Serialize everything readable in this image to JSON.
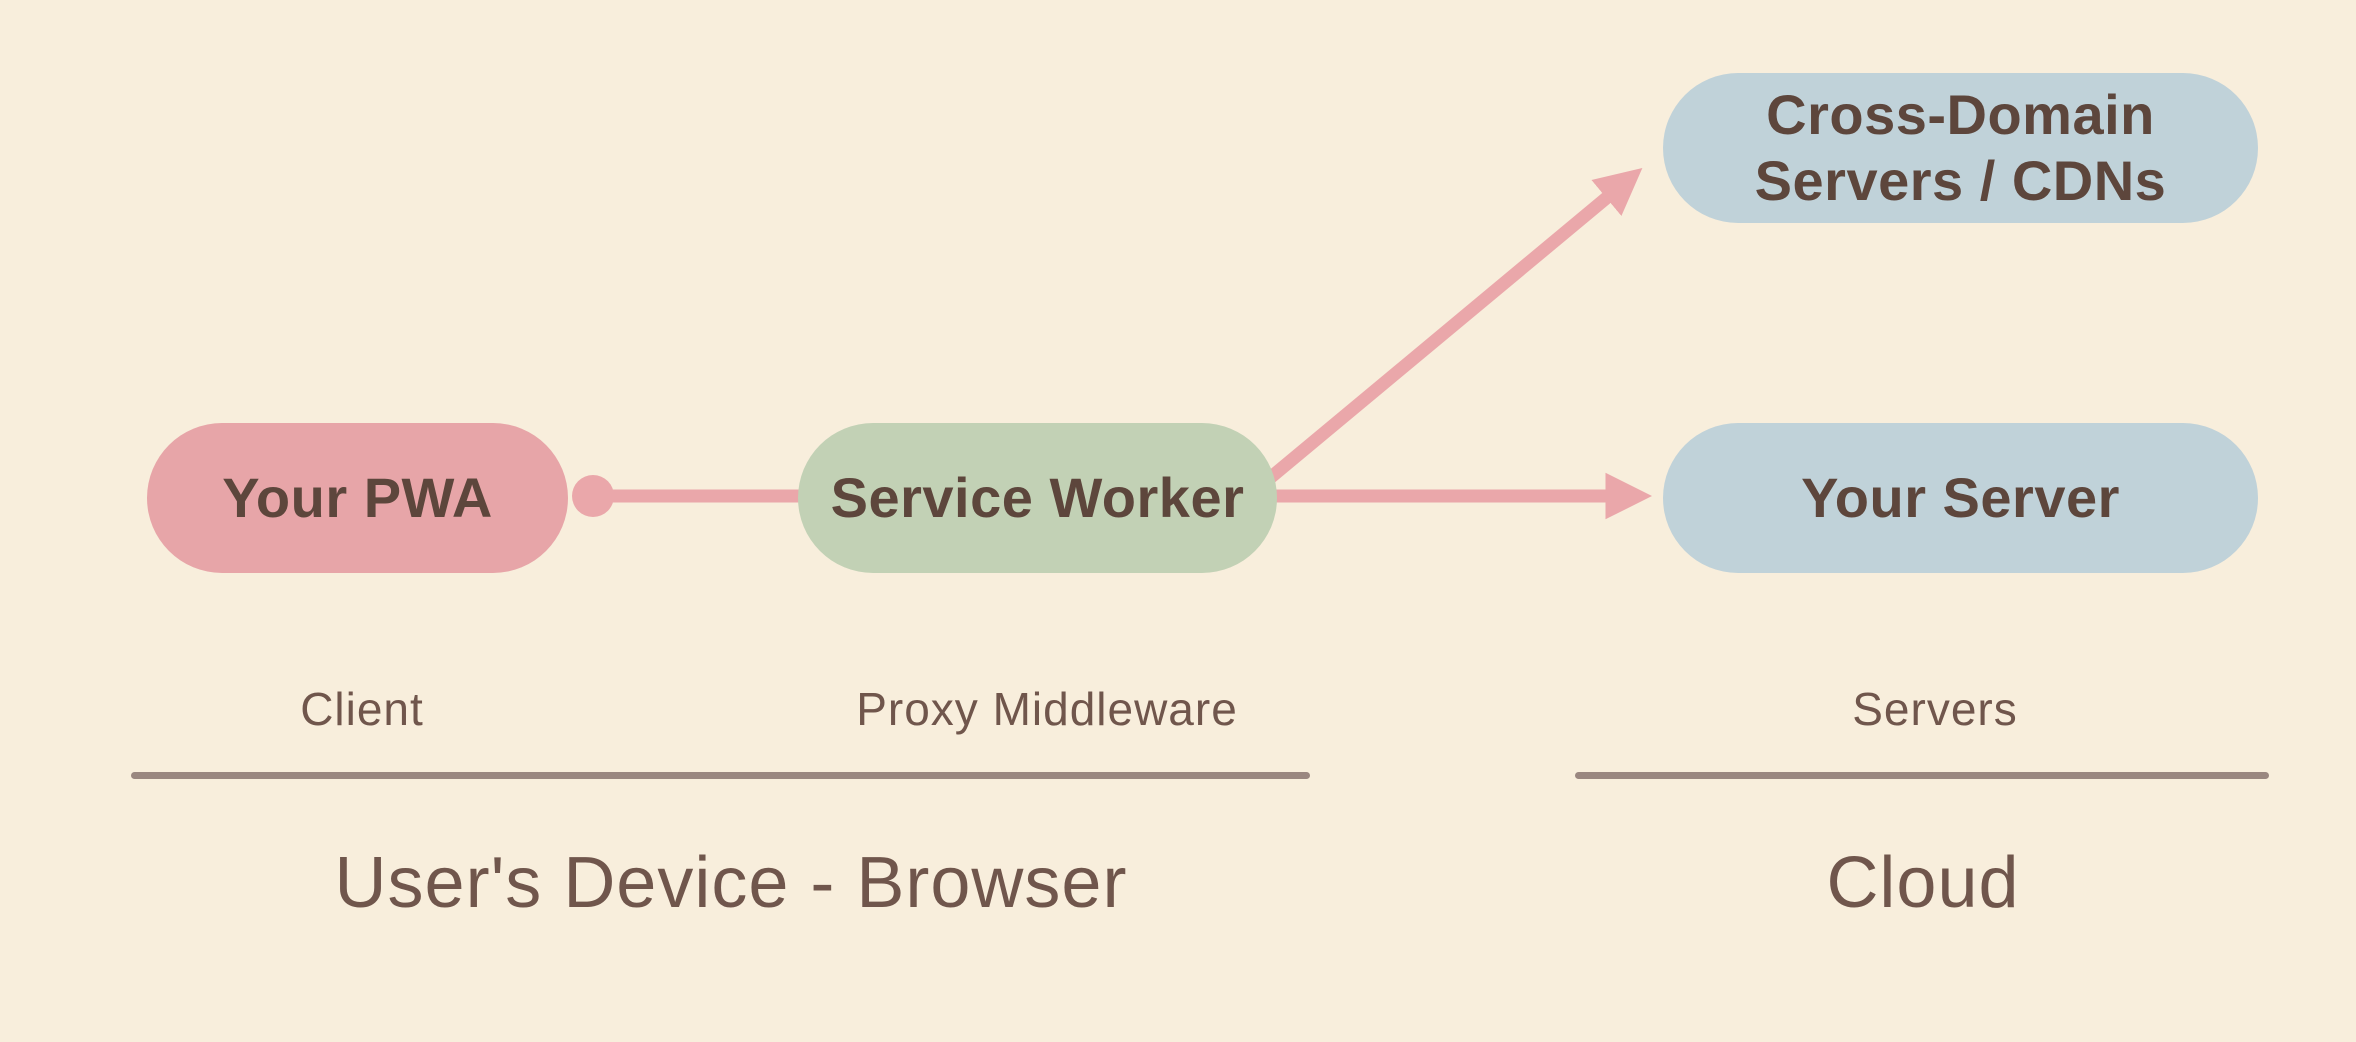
{
  "colors": {
    "background": "#f8eedc",
    "connector_pink": "#eaa7aa",
    "node_pink": "#e7a5a8",
    "node_green": "#c2d1b5",
    "node_blue": "#c0d2d9",
    "node_text": "#5d463c",
    "label_text": "#70564c",
    "divider": "#9a8780"
  },
  "nodes": {
    "your_pwa": {
      "label": "Your PWA"
    },
    "service_worker": {
      "label": "Service Worker"
    },
    "cross_domain": {
      "label_lines": [
        "Cross-Domain",
        "Servers / CDNs"
      ]
    },
    "your_server": {
      "label": "Your Server"
    }
  },
  "column_labels": {
    "client": "Client",
    "proxy_middleware": "Proxy Middleware",
    "servers": "Servers"
  },
  "section_titles": {
    "users_device": "User's Device - Browser",
    "cloud": "Cloud"
  }
}
